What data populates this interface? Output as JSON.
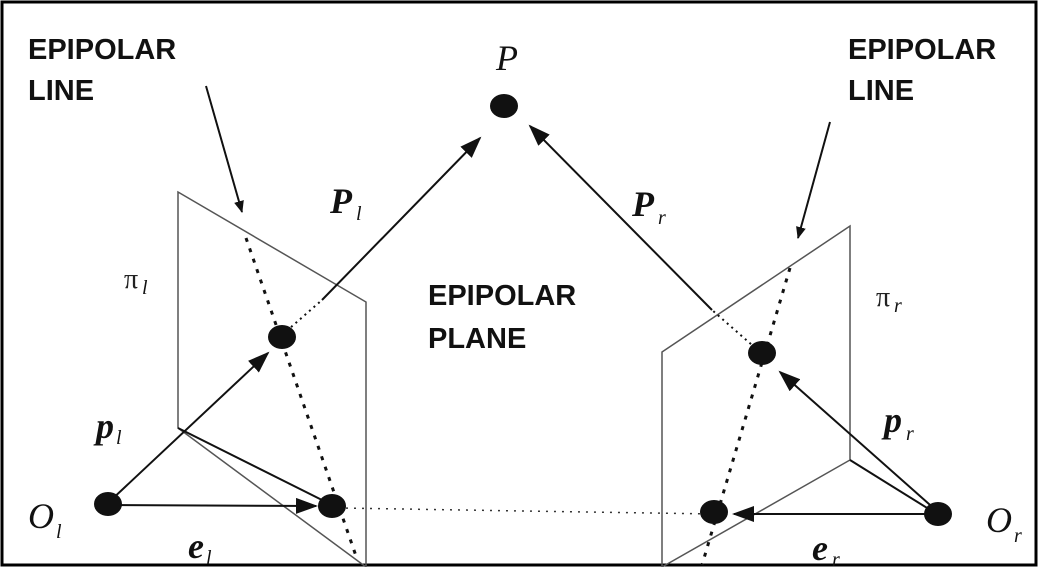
{
  "labels": {
    "epipolar_line_left_1": "EPIPOLAR",
    "epipolar_line_left_2": "LINE",
    "epipolar_line_right_1": "EPIPOLAR",
    "epipolar_line_right_2": "LINE",
    "epipolar_plane_1": "EPIPOLAR",
    "epipolar_plane_2": "PLANE",
    "point_P": "P",
    "vec_Pl_main": "P",
    "vec_Pl_sub": "l",
    "vec_Pr_main": "P",
    "vec_Pr_sub": "r",
    "pi_left_main": "π",
    "pi_left_sub": "l",
    "pi_right_main": "π",
    "pi_right_sub": "r",
    "pl_main": "p",
    "pl_sub": "l",
    "pr_main": "p",
    "pr_sub": "r",
    "Ol_main": "O",
    "Ol_sub": "l",
    "Or_main": "O",
    "Or_sub": "r",
    "el_main": "e",
    "el_sub": "l",
    "er_main": "e",
    "er_sub": "r"
  },
  "colors": {
    "ink": "#111111",
    "frame": "#000000",
    "plane_edge": "#555555"
  }
}
